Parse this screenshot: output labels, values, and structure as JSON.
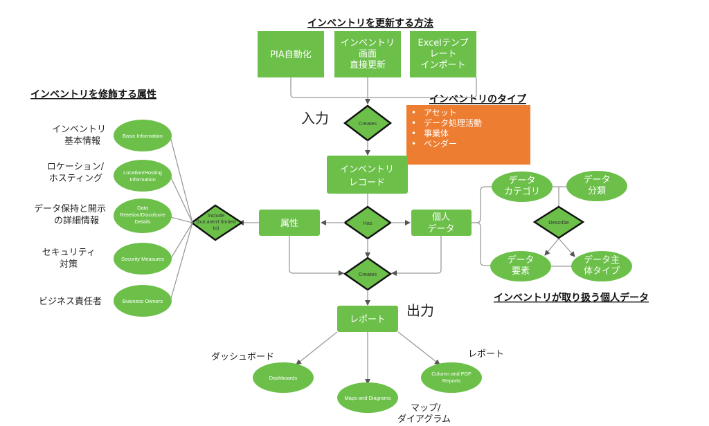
{
  "colors": {
    "green": "#6cc04a",
    "orange": "#ed7d31",
    "connector": "#9a9a9a"
  },
  "titles": {
    "update_methods": "インベントリを更新する方法",
    "attributes": "インベントリを修飾する属性",
    "types": "インベントリのタイプ",
    "personal_data": "インベントリが取り扱う個人データ"
  },
  "update_methods": [
    {
      "lines": [
        "PIA自動化"
      ]
    },
    {
      "lines": [
        "インベントリ",
        "画面",
        "直接更新"
      ]
    },
    {
      "lines": [
        "Excelテンプ",
        "レート",
        "インポート"
      ]
    }
  ],
  "input_label": "入力",
  "output_label": "出力",
  "diamonds": {
    "creates_top": "Creates",
    "has": "Has",
    "creates_bottom": "Creates",
    "include": [
      "Include",
      "(but aren't limited",
      "to)"
    ],
    "describe": "Describe"
  },
  "inventory_types": [
    "アセット",
    "データ処理活動",
    "事業体",
    "ベンダー"
  ],
  "nodes": {
    "inventory_record": [
      "インベントリ",
      "レコード"
    ],
    "attributes": [
      "属性"
    ],
    "personal_data": [
      "個人",
      "データ"
    ],
    "report": [
      "レポート"
    ]
  },
  "attribute_items": [
    {
      "jp": [
        "インベントリ",
        "基本情報"
      ],
      "en": [
        "Basic Information"
      ]
    },
    {
      "jp": [
        "ロケーション/",
        "ホスティング"
      ],
      "en": [
        "Location/Hosting",
        "Information"
      ]
    },
    {
      "jp": [
        "データ保持と開示",
        "の詳細情報"
      ],
      "en": [
        "Data",
        "Retetion/Discolsure",
        "Details"
      ]
    },
    {
      "jp": [
        "セキュリティ",
        "対策"
      ],
      "en": [
        "Security Measures"
      ]
    },
    {
      "jp": [
        "ビジネス責任者"
      ],
      "en": [
        "Business Owners"
      ]
    }
  ],
  "personal_data_items": {
    "category": [
      "データ",
      "カテゴリ"
    ],
    "classification": [
      "データ",
      "分類"
    ],
    "element": [
      "データ",
      "要素"
    ],
    "subject_type": [
      "データ主",
      "体タイプ"
    ]
  },
  "outputs": [
    {
      "en": [
        "Dashboards"
      ],
      "jp": [
        "ダッシュボード"
      ]
    },
    {
      "en": [
        "Maps and Diagrams"
      ],
      "jp": [
        "マップ/",
        "ダイアグラム"
      ]
    },
    {
      "en": [
        "Column and PDF",
        "Reports"
      ],
      "jp": [
        "レポート"
      ]
    }
  ]
}
